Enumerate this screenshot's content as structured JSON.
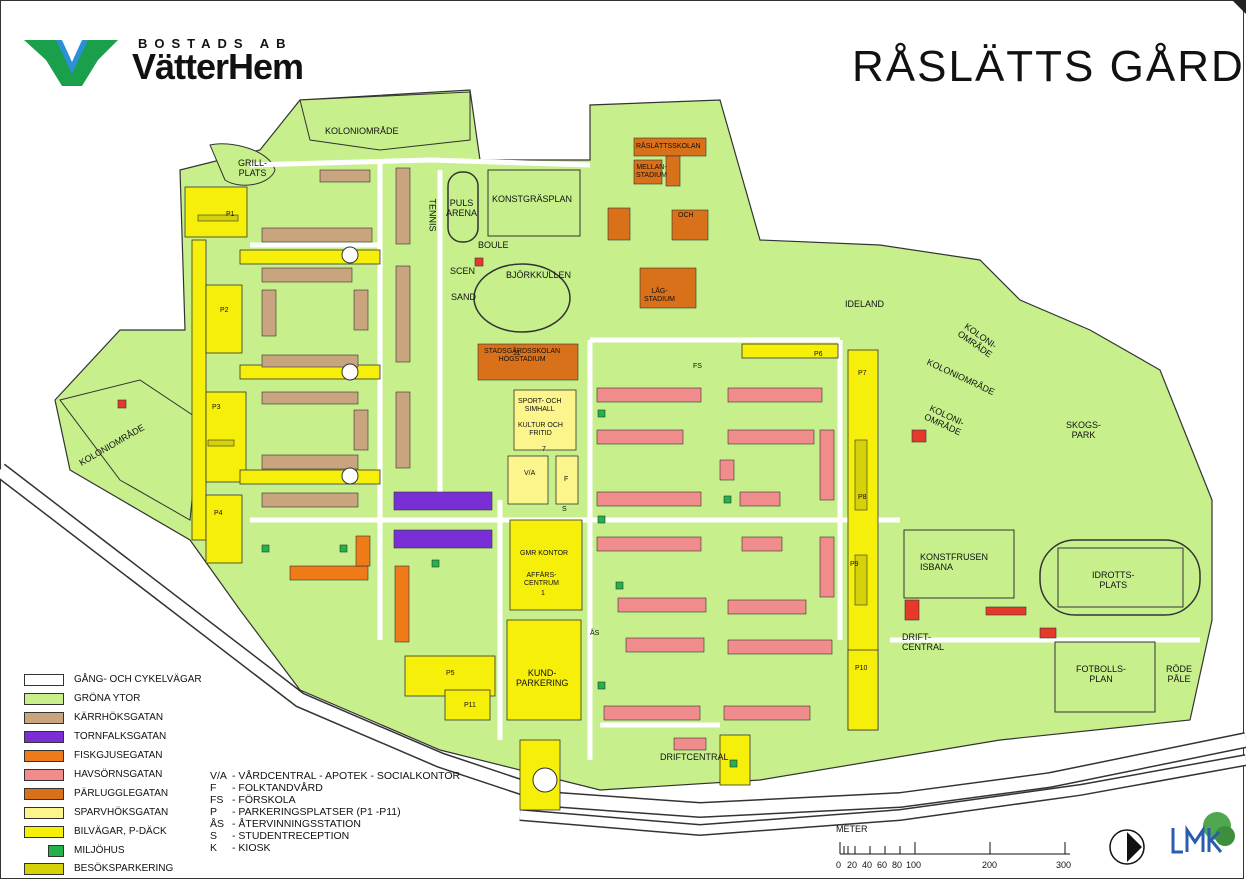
{
  "header": {
    "brand_top": "BOSTADS AB",
    "brand_name": "VätterHem",
    "title": "RÅSLÄTTS GÅRD"
  },
  "colors": {
    "gang_cykel": "#ffffff",
    "grona_ytor": "#c7f08c",
    "karrhoksgatan": "#c8a57e",
    "tornfalksgatan": "#7a2fd6",
    "fiskgjusegatan": "#ef7a18",
    "havsornsgatan": "#f08c8c",
    "parlugglegatan": "#d9701a",
    "sparvhoksgatan": "#fbf58c",
    "bilvagar": "#f5ef0a",
    "miljohus": "#22b34a",
    "besoksparkering": "#d6d20a"
  },
  "legend": [
    {
      "label": "GÅNG- OCH CYKELVÄGAR",
      "color": "#ffffff"
    },
    {
      "label": "GRÖNA YTOR",
      "color": "#c7f08c"
    },
    {
      "label": "KÄRRHÖKSGATAN",
      "color": "#c8a57e"
    },
    {
      "label": "TORNFALKSGATAN",
      "color": "#7a2fd6"
    },
    {
      "label": "FISKGJUSEGATAN",
      "color": "#ef7a18"
    },
    {
      "label": "HAVSÖRNSGATAN",
      "color": "#f08c8c"
    },
    {
      "label": "PÄRLUGGLEGATAN",
      "color": "#d9701a"
    },
    {
      "label": "SPARVHÖKSGATAN",
      "color": "#fbf58c"
    },
    {
      "label": "BILVÄGAR, P-DÄCK",
      "color": "#f5ef0a"
    },
    {
      "label": "MILJÖHUS",
      "color": "#22b34a"
    },
    {
      "label": "BESÖKSPARKERING",
      "color": "#d6d20a"
    }
  ],
  "abbreviations": [
    {
      "code": "V/A",
      "text": "- VÅRDCENTRAL - APOTEK - SOCIALKONTOR"
    },
    {
      "code": "F",
      "text": "- FOLKTANDVÅRD"
    },
    {
      "code": "FS",
      "text": "- FÖRSKOLA"
    },
    {
      "code": "P",
      "text": "- PARKERINGSPLATSER (P1 -P11)"
    },
    {
      "code": "ÅS",
      "text": "- ÅTERVINNINGSSTATION"
    },
    {
      "code": "S",
      "text": "- STUDENTRECEPTION"
    },
    {
      "code": "K",
      "text": "- KIOSK"
    }
  ],
  "scale": {
    "unit": "METER",
    "ticks": [
      "0",
      "20",
      "40",
      "60",
      "80",
      "100",
      "200",
      "300"
    ]
  },
  "map_labels": {
    "koloniomrade_nw": "KOLONIOMRÅDE",
    "koloniomrade_w": "KOLONIOMRÅDE",
    "koloni_ne1": "KOLONI-\nOMRÅDE",
    "koloni_ne2": "KOLONIOMRÅDE",
    "koloni_ne3": "KOLONI-\nOMRÅDE",
    "grillplats": "GRILL-\nPLATS",
    "pulsarena": "PULS\nARENA",
    "tennis": "TENNIS",
    "konstgrasplan": "KONSTGRÄSPLAN",
    "boule": "BOULE",
    "scen": "SCEN",
    "sand": "SAND",
    "bjorkkullen": "BJÖRKKULLEN",
    "ideland": "IDELAND",
    "skogspark": "SKOGS-\nPARK",
    "konstfrusen": "KONSTFRUSEN\nISBANA",
    "idrottsplats": "IDROTTS-\nPLATS",
    "fotbollsplan": "FOTBOLLS-\nPLAN",
    "driftcentral": "DRIFT-\nCENTRAL",
    "driftcentral2": "DRIFTCENTRAL",
    "rodepale": "RÖDE\nPÅLE",
    "kundparkering": "KUND-\nPARKERING",
    "gmr_kontor": "GMR KONTOR",
    "affarscentrum": "AFFÄRS-\nCENTRUM",
    "sport_simhall": "SPORT- OCH\nSIMHALL",
    "kultur_fritid": "KULTUR OCH\nFRITID",
    "stadsgardsskolan": "STADSGÅRDSSKOLAN\nHÖGSTADIUM",
    "raslattsskolan": "RÅSLÄTTSSKOLAN",
    "mellanstadium": "MELLAN-\nSTADIUM",
    "och": "OCH",
    "lagstadium": "LÅG-\nSTADIUM",
    "p1": "P1",
    "p2": "P2",
    "p3": "P3",
    "p4": "P4",
    "p5": "P5",
    "p6": "P6",
    "p7": "P7",
    "p8": "P8",
    "p9": "P9",
    "p10": "P10",
    "p11": "P11",
    "num11": "11",
    "num7": "7",
    "num1": "1",
    "nums": "S",
    "f": "F",
    "fs": "FS",
    "va": "V/A",
    "as": "ÅS"
  }
}
